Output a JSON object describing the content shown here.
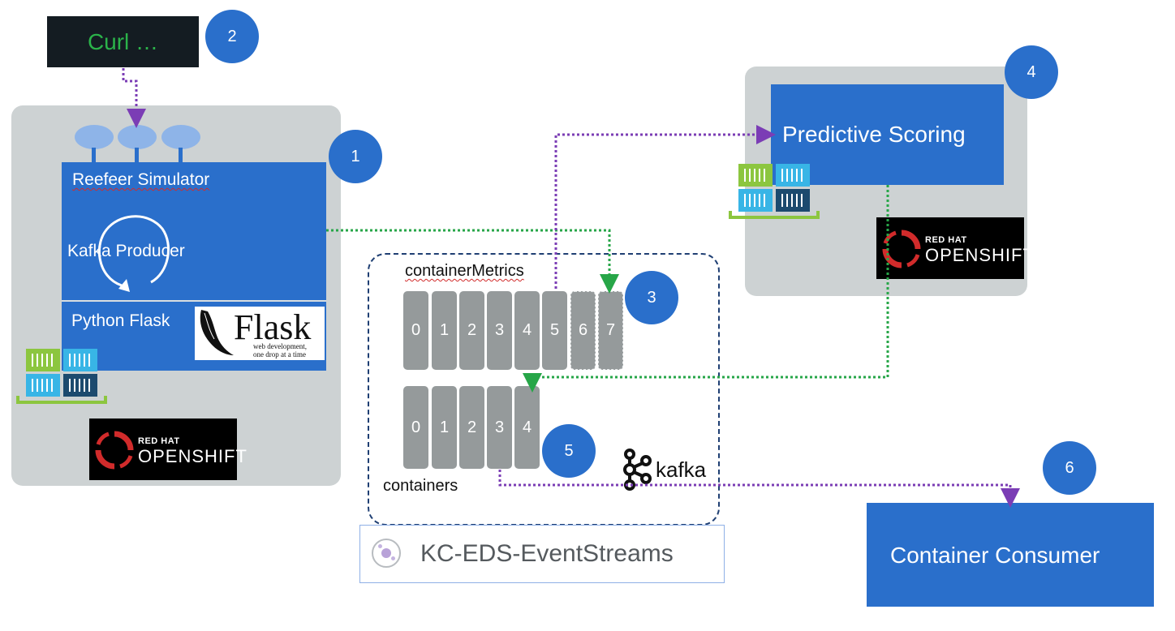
{
  "curl": {
    "label": "Curl …"
  },
  "badges": [
    "1",
    "2",
    "3",
    "4",
    "5",
    "6"
  ],
  "simulator": {
    "title": "Reefeer Simulator",
    "producer": "Kafka Producer",
    "framework": "Python Flask",
    "flask_logo": {
      "word": "Flask",
      "tagline_line1": "web development,",
      "tagline_line2": "one drop at a time"
    }
  },
  "openshift": {
    "red_hat": "RED HAT",
    "openshift": "OPENSHIFT"
  },
  "event_streams": {
    "topic1": {
      "name": "containerMetrics",
      "partitions": [
        "0",
        "1",
        "2",
        "3",
        "4",
        "5",
        "6",
        "7"
      ]
    },
    "topic2": {
      "name": "containers",
      "partitions": [
        "0",
        "1",
        "2",
        "3",
        "4"
      ]
    },
    "kafka_label": "kafka",
    "service_name": "KC-EDS-EventStreams"
  },
  "scoring": {
    "title": "Predictive Scoring"
  },
  "consumer": {
    "title": "Container Consumer"
  },
  "colors": {
    "blue": "#2a6fcb",
    "panel_grey": "#cdd2d3",
    "partition_grey": "#959a9b",
    "green_arrow": "#27a648",
    "purple_arrow": "#7b3db5",
    "curl_text": "#2bb34a",
    "dashed_border": "#1f3f73"
  }
}
